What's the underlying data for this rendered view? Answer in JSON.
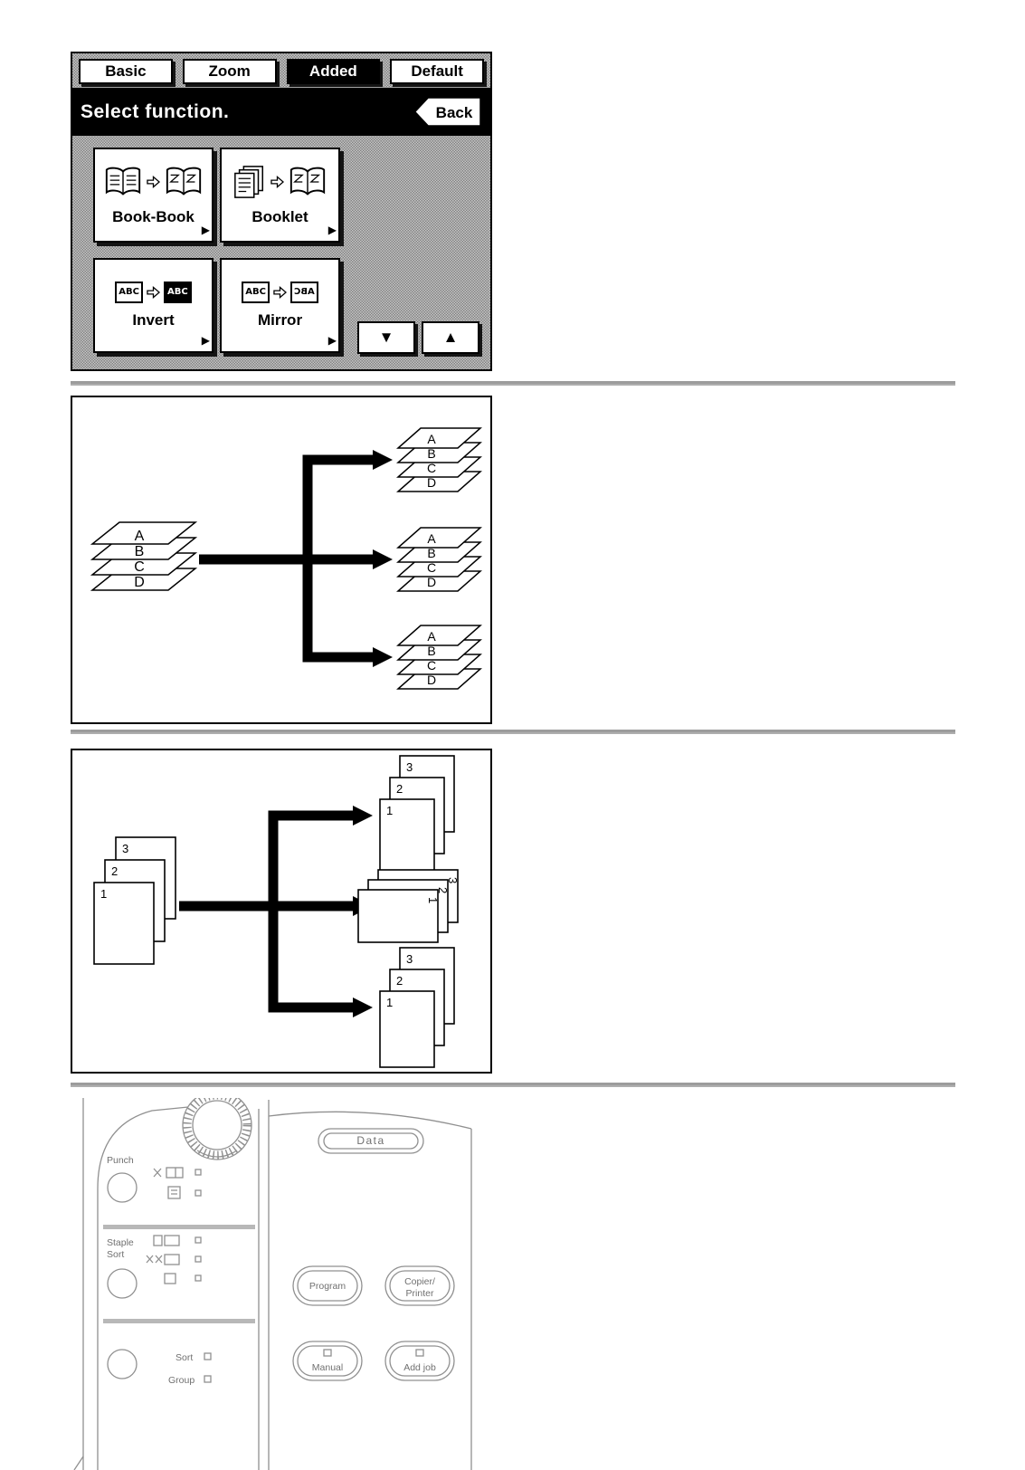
{
  "touchscreen": {
    "tabs": [
      {
        "label": "Basic"
      },
      {
        "label": "Zoom"
      },
      {
        "label": "Added"
      },
      {
        "label": "Default"
      }
    ],
    "status_text": "Select function.",
    "back_label": "Back",
    "function_buttons": [
      {
        "label": "Book-Book"
      },
      {
        "label": "Booklet"
      },
      {
        "label": "Invert"
      },
      {
        "label": "Mirror"
      }
    ],
    "abc_label": "ABC",
    "more_arrow": "▶",
    "scroll_down": "▼",
    "scroll_up": "▲"
  },
  "sort_diagram": {
    "source_stack": [
      "A",
      "B",
      "C",
      "D"
    ],
    "output_stacks": [
      [
        "A",
        "B",
        "C",
        "D"
      ],
      [
        "A",
        "B",
        "C",
        "D"
      ],
      [
        "A",
        "B",
        "C",
        "D"
      ]
    ]
  },
  "group_diagram": {
    "source_pages": [
      "3",
      "2",
      "1"
    ],
    "output_groups": [
      [
        "3",
        "2",
        "1"
      ],
      [
        "3",
        "2",
        "1"
      ],
      [
        "3",
        "2",
        "1"
      ]
    ]
  },
  "control_panel": {
    "data_label": "Data",
    "punch_label": "Punch",
    "staple_label_line1": "Staple",
    "staple_label_line2": "Sort",
    "sort_label": "Sort",
    "group_label": "Group",
    "program_label": "Program",
    "copier_label_line1": "Copier/",
    "copier_label_line2": "Printer",
    "manual_label": "Manual",
    "addjob_label": "Add job"
  }
}
